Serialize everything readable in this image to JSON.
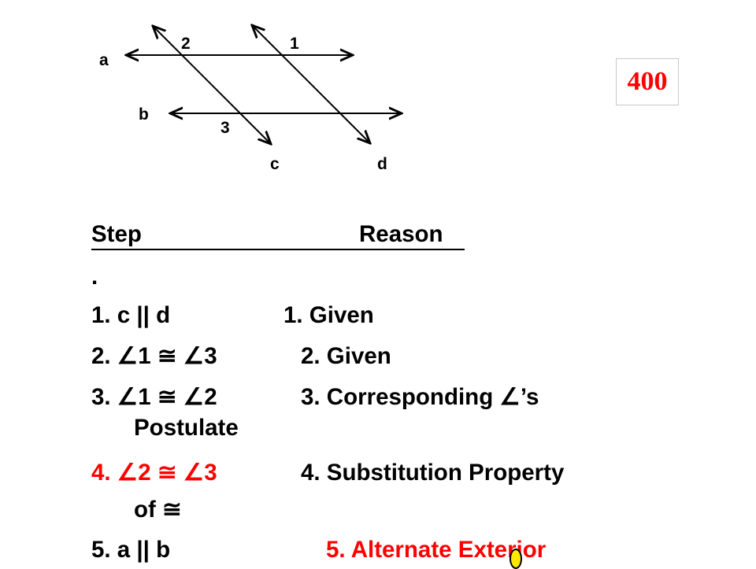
{
  "diagram": {
    "line_labels": {
      "a": "a",
      "b": "b",
      "c": "c",
      "d": "d"
    },
    "angle_labels": {
      "one": "1",
      "two": "2",
      "three": "3"
    }
  },
  "score": "400",
  "proof": {
    "header_step": "Step",
    "header_reason": "Reason",
    "period": ".",
    "rows": [
      {
        "step": "1.  c  ||  d",
        "reason": "1.  Given",
        "continuation": ""
      },
      {
        "step": "2.  ∠1  ≅  ∠3",
        "reason": "2.  Given",
        "continuation": ""
      },
      {
        "step": "3.  ∠1  ≅  ∠2",
        "reason": "3.  Corresponding  ∠’s",
        "continuation": "Postulate"
      },
      {
        "step": "4.  ∠2  ≅  ∠3",
        "reason": "4.  Substitution Property",
        "continuation": "of  ≅"
      },
      {
        "step": "5.   a  ||  b",
        "reason": "5.  Alternate Exterior",
        "continuation": ""
      }
    ]
  },
  "colors": {
    "red": "#ff0000",
    "black": "#000000"
  }
}
